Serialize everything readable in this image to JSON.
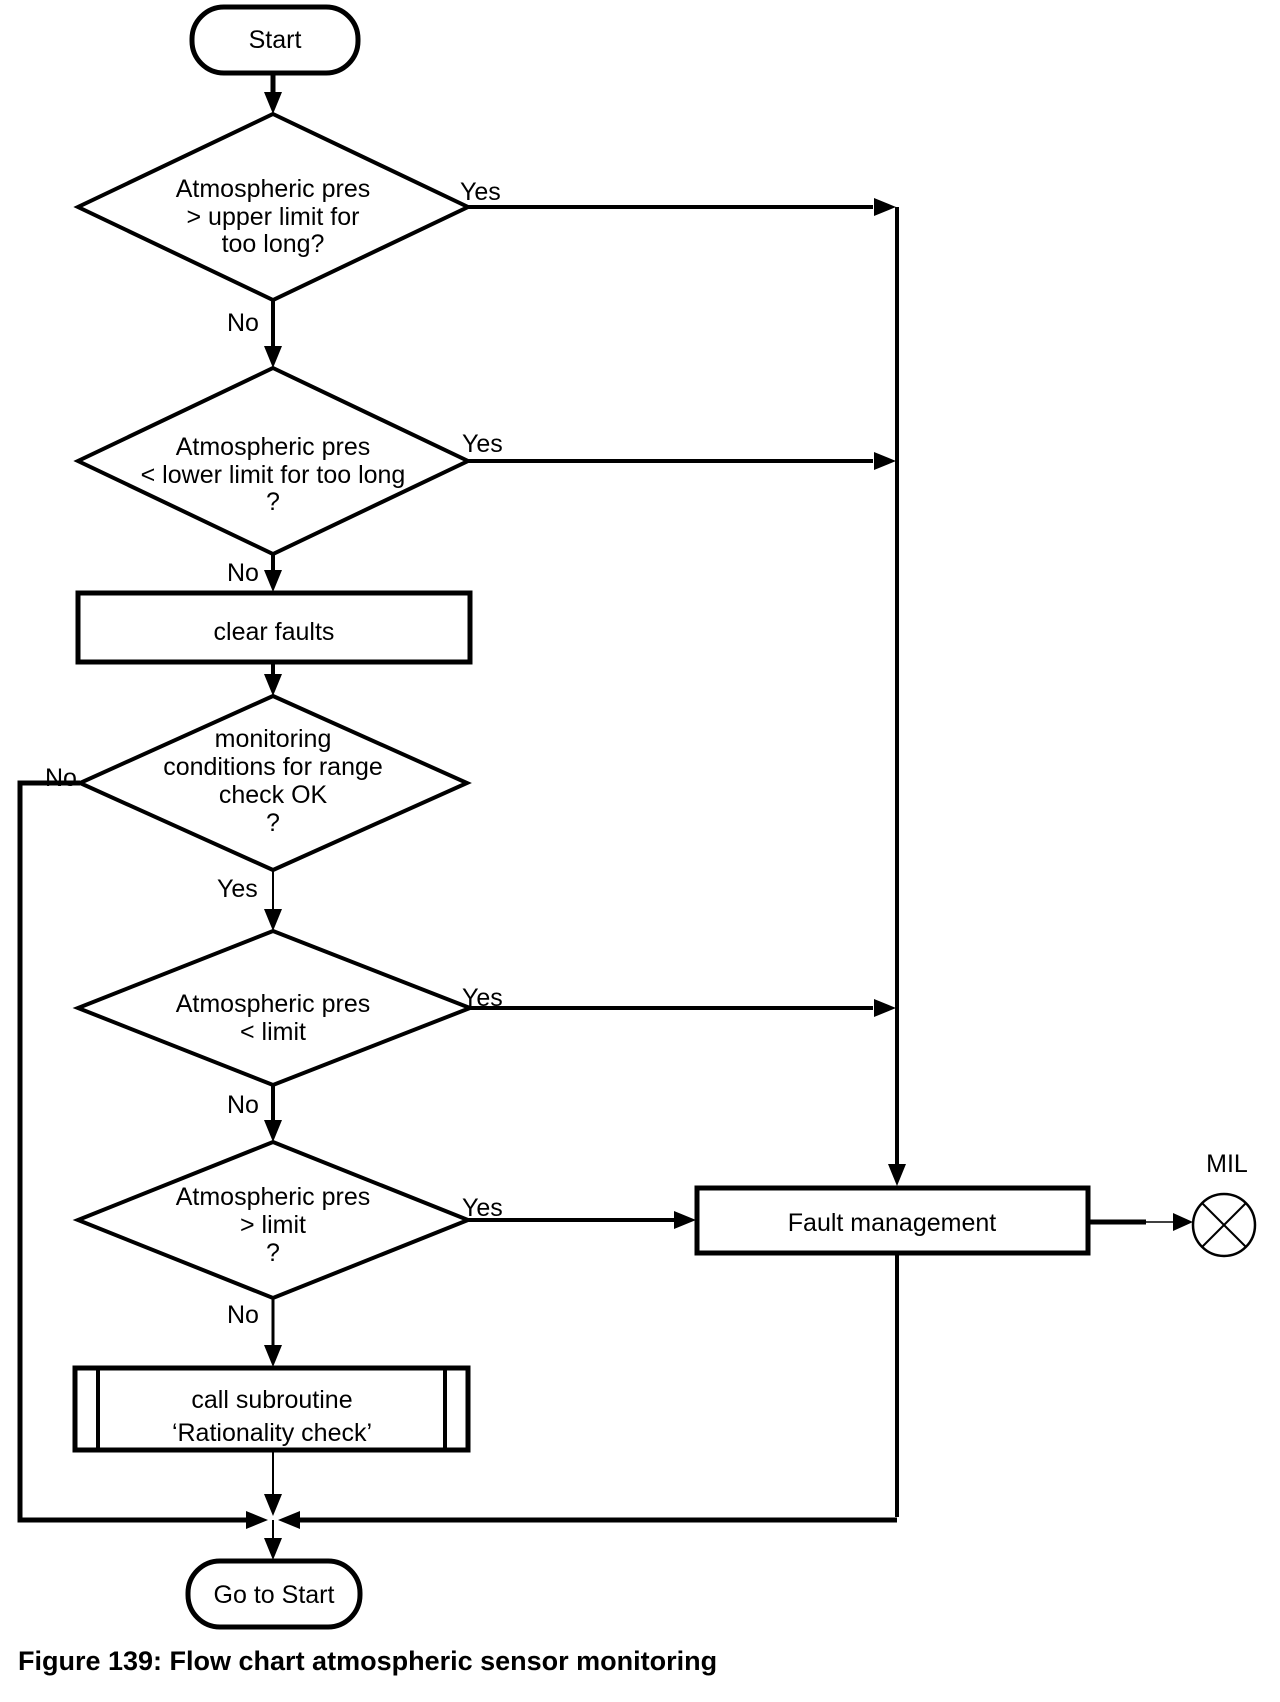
{
  "figure": {
    "caption": "Figure 139: Flow chart atmospheric sensor monitoring"
  },
  "colors": {
    "line": "#000000",
    "background": "#ffffff",
    "text": "#000000"
  },
  "nodes": {
    "start": {
      "type": "terminator",
      "label": "Start"
    },
    "decision_upper_limit": {
      "type": "decision",
      "lines": [
        "Atmospheric pres",
        "> upper limit for",
        "too long?"
      ]
    },
    "decision_lower_limit": {
      "type": "decision",
      "lines": [
        "Atmospheric pres",
        "< lower limit for too long",
        "?"
      ]
    },
    "clear_faults": {
      "type": "process",
      "label": "clear faults"
    },
    "decision_monitoring_conditions": {
      "type": "decision",
      "lines": [
        "monitoring",
        "conditions for range",
        "check OK",
        "?"
      ]
    },
    "decision_pres_below_limit": {
      "type": "decision",
      "lines": [
        "Atmospheric pres",
        "< limit"
      ]
    },
    "decision_pres_above_limit": {
      "type": "decision",
      "lines": [
        "Atmospheric pres",
        "> limit",
        "?"
      ]
    },
    "fault_management": {
      "type": "process",
      "label": "Fault management"
    },
    "call_subroutine": {
      "type": "predefined_process",
      "lines": [
        "call subroutine",
        "‘Rationality check’"
      ]
    },
    "goto_start": {
      "type": "terminator",
      "label": "Go to Start"
    },
    "mil_indicator": {
      "type": "lamp_symbol",
      "label": "MIL"
    }
  },
  "edge_labels": {
    "upper_limit_yes": "Yes",
    "upper_limit_no": "No",
    "lower_limit_yes": "Yes",
    "lower_limit_no": "No",
    "monitoring_no": "No",
    "monitoring_yes": "Yes",
    "below_limit_yes": "Yes",
    "below_limit_no": "No",
    "above_limit_yes": "Yes",
    "above_limit_no": "No"
  }
}
